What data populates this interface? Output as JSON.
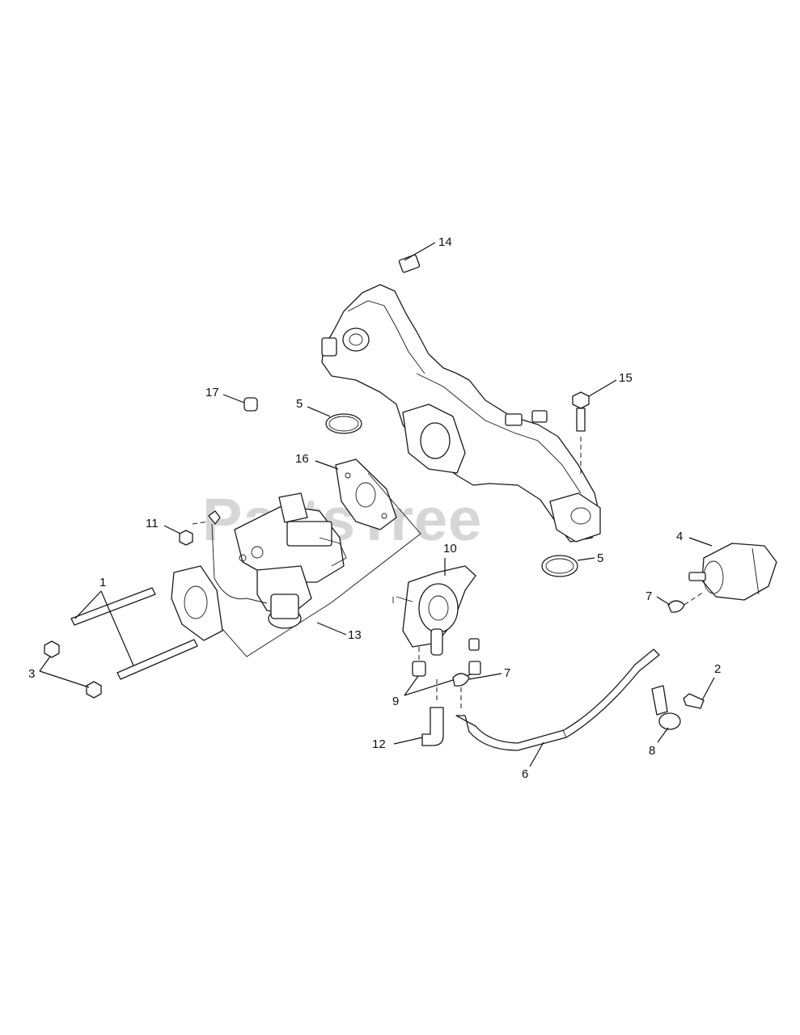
{
  "watermark": {
    "text": "PartsTree",
    "trademark": "™"
  },
  "callouts": {
    "c1": "1",
    "c2": "2",
    "c3": "3",
    "c4": "4",
    "c5a": "5",
    "c5b": "5",
    "c6": "6",
    "c7a": "7",
    "c7b": "7",
    "c8": "8",
    "c9": "9",
    "c10": "10",
    "c11": "11",
    "c12": "12",
    "c13": "13",
    "c14": "14",
    "c15": "15",
    "c16": "16",
    "c17": "17"
  }
}
